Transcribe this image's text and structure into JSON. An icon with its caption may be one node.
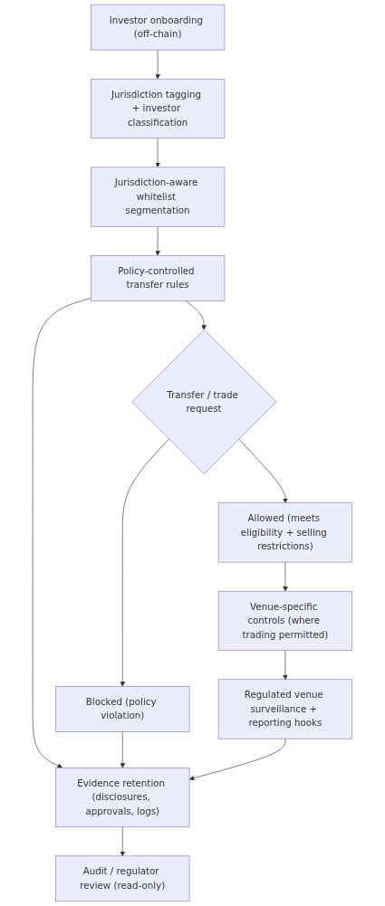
{
  "diagram": {
    "nodes": [
      {
        "text": [
          "Investor onboarding (off-chain)"
        ]
      },
      {
        "text": [
          "Jurisdiction tagging + investor classification"
        ]
      },
      {
        "text": [
          "Jurisdiction-aware whitelist segmentation"
        ]
      },
      {
        "text": [
          "Policy-controlled transfer rules"
        ]
      },
      {
        "text": [
          "Transfer / trade request"
        ]
      },
      {
        "text": [
          "Allowed (meets eligibility + selling restrictions)"
        ]
      },
      {
        "text": [
          "Venue-specific controls (where trading permitted)"
        ]
      },
      {
        "text": [
          "Regulated venue surveillance + reporting hooks"
        ]
      },
      {
        "text": [
          "Blocked (policy violation)"
        ]
      },
      {
        "text": [
          "Evidence retention (disclosures, approvals, logs)"
        ]
      },
      {
        "text": [
          "Audit / regulator review (read-only)"
        ]
      }
    ],
    "edges": [
      {
        "from": 0,
        "to": 1,
        "arrow": "to"
      },
      {
        "from": 1,
        "to": 2,
        "arrow": "to"
      },
      {
        "from": 2,
        "to": 3,
        "arrow": "to"
      },
      {
        "from": 3,
        "to": 4,
        "arrow": "to"
      },
      {
        "from": 4,
        "to": 8,
        "arrow": "to"
      },
      {
        "from": 4,
        "to": 5,
        "arrow": "to"
      },
      {
        "from": 5,
        "to": 6,
        "arrow": "to"
      },
      {
        "from": 6,
        "to": 7,
        "arrow": "to"
      },
      {
        "from": 3,
        "to": 9,
        "arrow": "to"
      },
      {
        "from": 8,
        "to": 9,
        "arrow": "to"
      },
      {
        "from": 7,
        "to": 9,
        "arrow": "to"
      },
      {
        "from": 9,
        "to": 10,
        "arrow": "to"
      }
    ]
  }
}
